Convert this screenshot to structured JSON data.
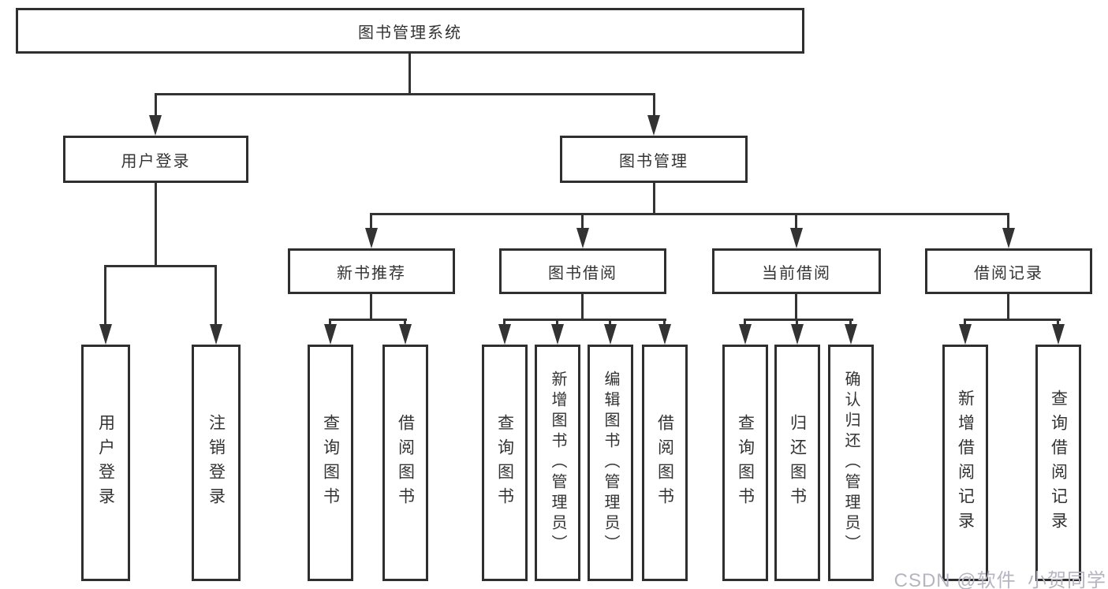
{
  "tree": {
    "root": {
      "label": "图书管理系统",
      "children": [
        {
          "label": "用户登录",
          "children": [
            {
              "label": "用户登录"
            },
            {
              "label": "注销登录"
            }
          ]
        },
        {
          "label": "图书管理",
          "children": [
            {
              "label": "新书推荐",
              "children": [
                {
                  "label": "查询图书"
                },
                {
                  "label": "借阅图书"
                }
              ]
            },
            {
              "label": "图书借阅",
              "children": [
                {
                  "label": "查询图书"
                },
                {
                  "label": "新增图书（管理员）"
                },
                {
                  "label": "编辑图书（管理员）"
                },
                {
                  "label": "借阅图书"
                }
              ]
            },
            {
              "label": "当前借阅",
              "children": [
                {
                  "label": "查询图书"
                },
                {
                  "label": "归还图书"
                },
                {
                  "label": "确认归还（管理员）"
                }
              ]
            },
            {
              "label": "借阅记录",
              "children": [
                {
                  "label": "新增借阅记录"
                },
                {
                  "label": "查询借阅记录"
                }
              ]
            }
          ]
        }
      ]
    }
  },
  "watermark": {
    "text": "CSDN @软件_小贺同学"
  },
  "colors": {
    "line": "#333333",
    "box_border": "#2f2f2f",
    "text": "#333333",
    "background": "#ffffff",
    "watermark": "#b5b5c1"
  }
}
